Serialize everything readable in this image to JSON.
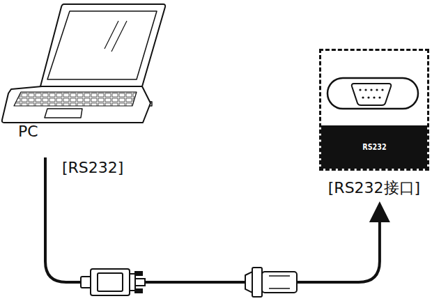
{
  "diagram": {
    "nodes": [
      {
        "text": [
          "PC"
        ]
      },
      {
        "text": [
          "RS232",
          "[RS232接口]"
        ]
      }
    ],
    "edges": [
      {
        "from": 0,
        "to": 1,
        "arrow": "to",
        "label": "[RS232]"
      }
    ]
  }
}
